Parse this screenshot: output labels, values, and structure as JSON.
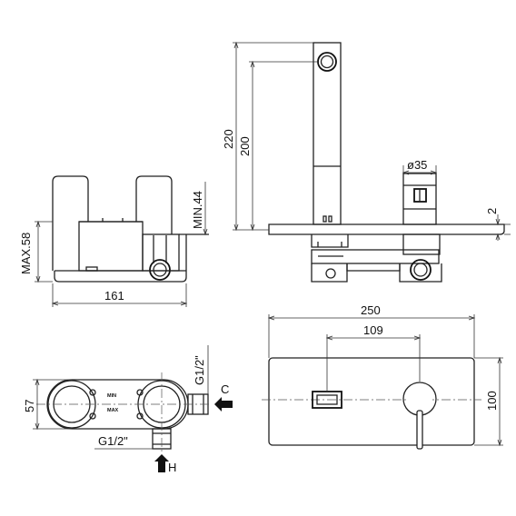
{
  "dimensions": {
    "max_58": "MAX.58",
    "min_44": "MIN.44",
    "width_161": "161",
    "height_220": "220",
    "height_200": "200",
    "diameter_35": "ø35",
    "thickness_2": "2",
    "plate_width_250": "250",
    "centers_109": "109",
    "plate_height_100": "100",
    "body_depth_57": "57",
    "thread_top": "G1/2\"",
    "thread_bottom": "G1/2\""
  },
  "body_labels": {
    "min": "MIN",
    "max": "MAX"
  },
  "connections": {
    "cold": "C",
    "hot": "H"
  },
  "colors": {
    "line": "#222222",
    "background": "#ffffff"
  }
}
